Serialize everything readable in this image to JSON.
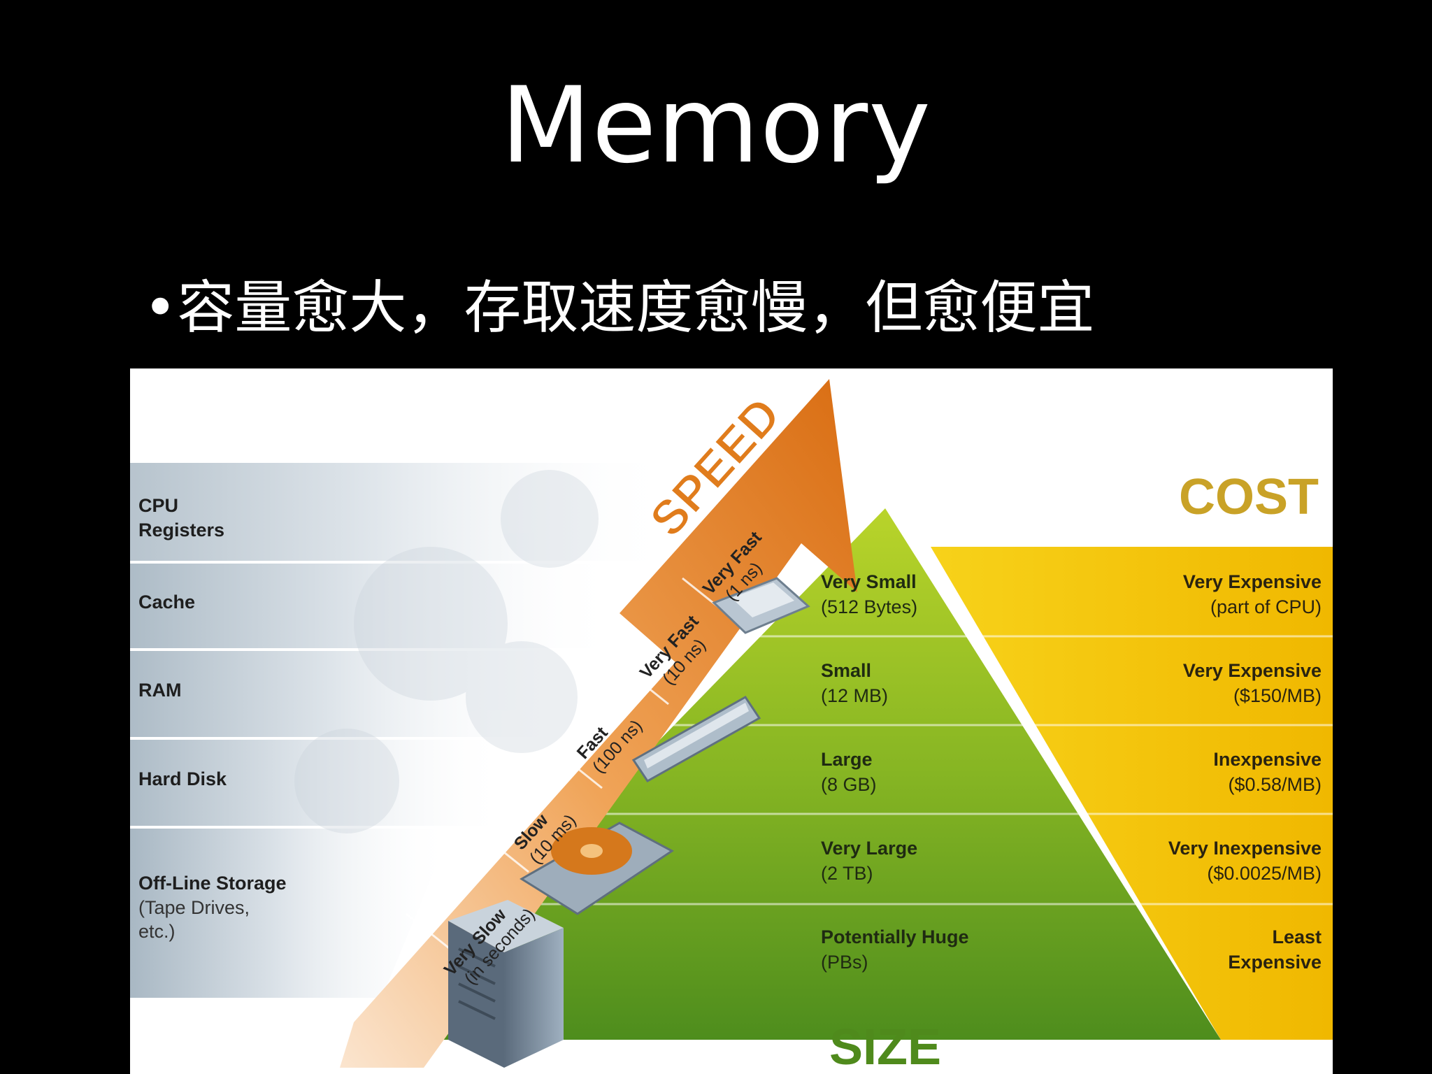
{
  "slide": {
    "title": "Memory",
    "bullet": "•容量愈大，存取速度愈慢，但愈便宜"
  },
  "diagram": {
    "speed_label": "SPEED",
    "cost_label": "COST",
    "size_label": "SIZE",
    "levels": [
      {
        "name": "CPU Registers",
        "name_lines": [
          "CPU",
          "Registers"
        ],
        "speed": [
          "Very Fast",
          "(1 ns)"
        ],
        "size": [
          "Very Small",
          "(512 Bytes)"
        ],
        "cost": [
          "Very Expensive",
          "(part of CPU)"
        ]
      },
      {
        "name": "Cache",
        "name_lines": [
          "Cache"
        ],
        "speed": [
          "Very Fast",
          "(10 ns)"
        ],
        "size": [
          "Small",
          "(12 MB)"
        ],
        "cost": [
          "Very Expensive",
          "($150/MB)"
        ]
      },
      {
        "name": "RAM",
        "name_lines": [
          "RAM"
        ],
        "speed": [
          "Fast",
          "(100 ns)"
        ],
        "size": [
          "Large",
          "(8 GB)"
        ],
        "cost": [
          "Inexpensive",
          "($0.58/MB)"
        ]
      },
      {
        "name": "Hard Disk",
        "name_lines": [
          "Hard Disk"
        ],
        "speed": [
          "Slow",
          "(10 ms)"
        ],
        "size": [
          "Very Large",
          "(2 TB)"
        ],
        "cost": [
          "Very Inexpensive",
          "($0.0025/MB)"
        ]
      },
      {
        "name": "Off-Line Storage",
        "name_lines": [
          "Off-Line Storage",
          "(Tape Drives,",
          "etc.)"
        ],
        "speed": [
          "Very Slow",
          "(in seconds)"
        ],
        "size": [
          "Potentially Huge",
          "(PBs)"
        ],
        "cost": [
          "Least",
          "Expensive"
        ]
      }
    ],
    "colors": {
      "speed_orange": "#e07c1c",
      "pyramid_green": "#6fa71e",
      "cost_yellow": "#f2c400",
      "cost_text": "#c9a227",
      "size_text": "#4f8a1c"
    }
  }
}
